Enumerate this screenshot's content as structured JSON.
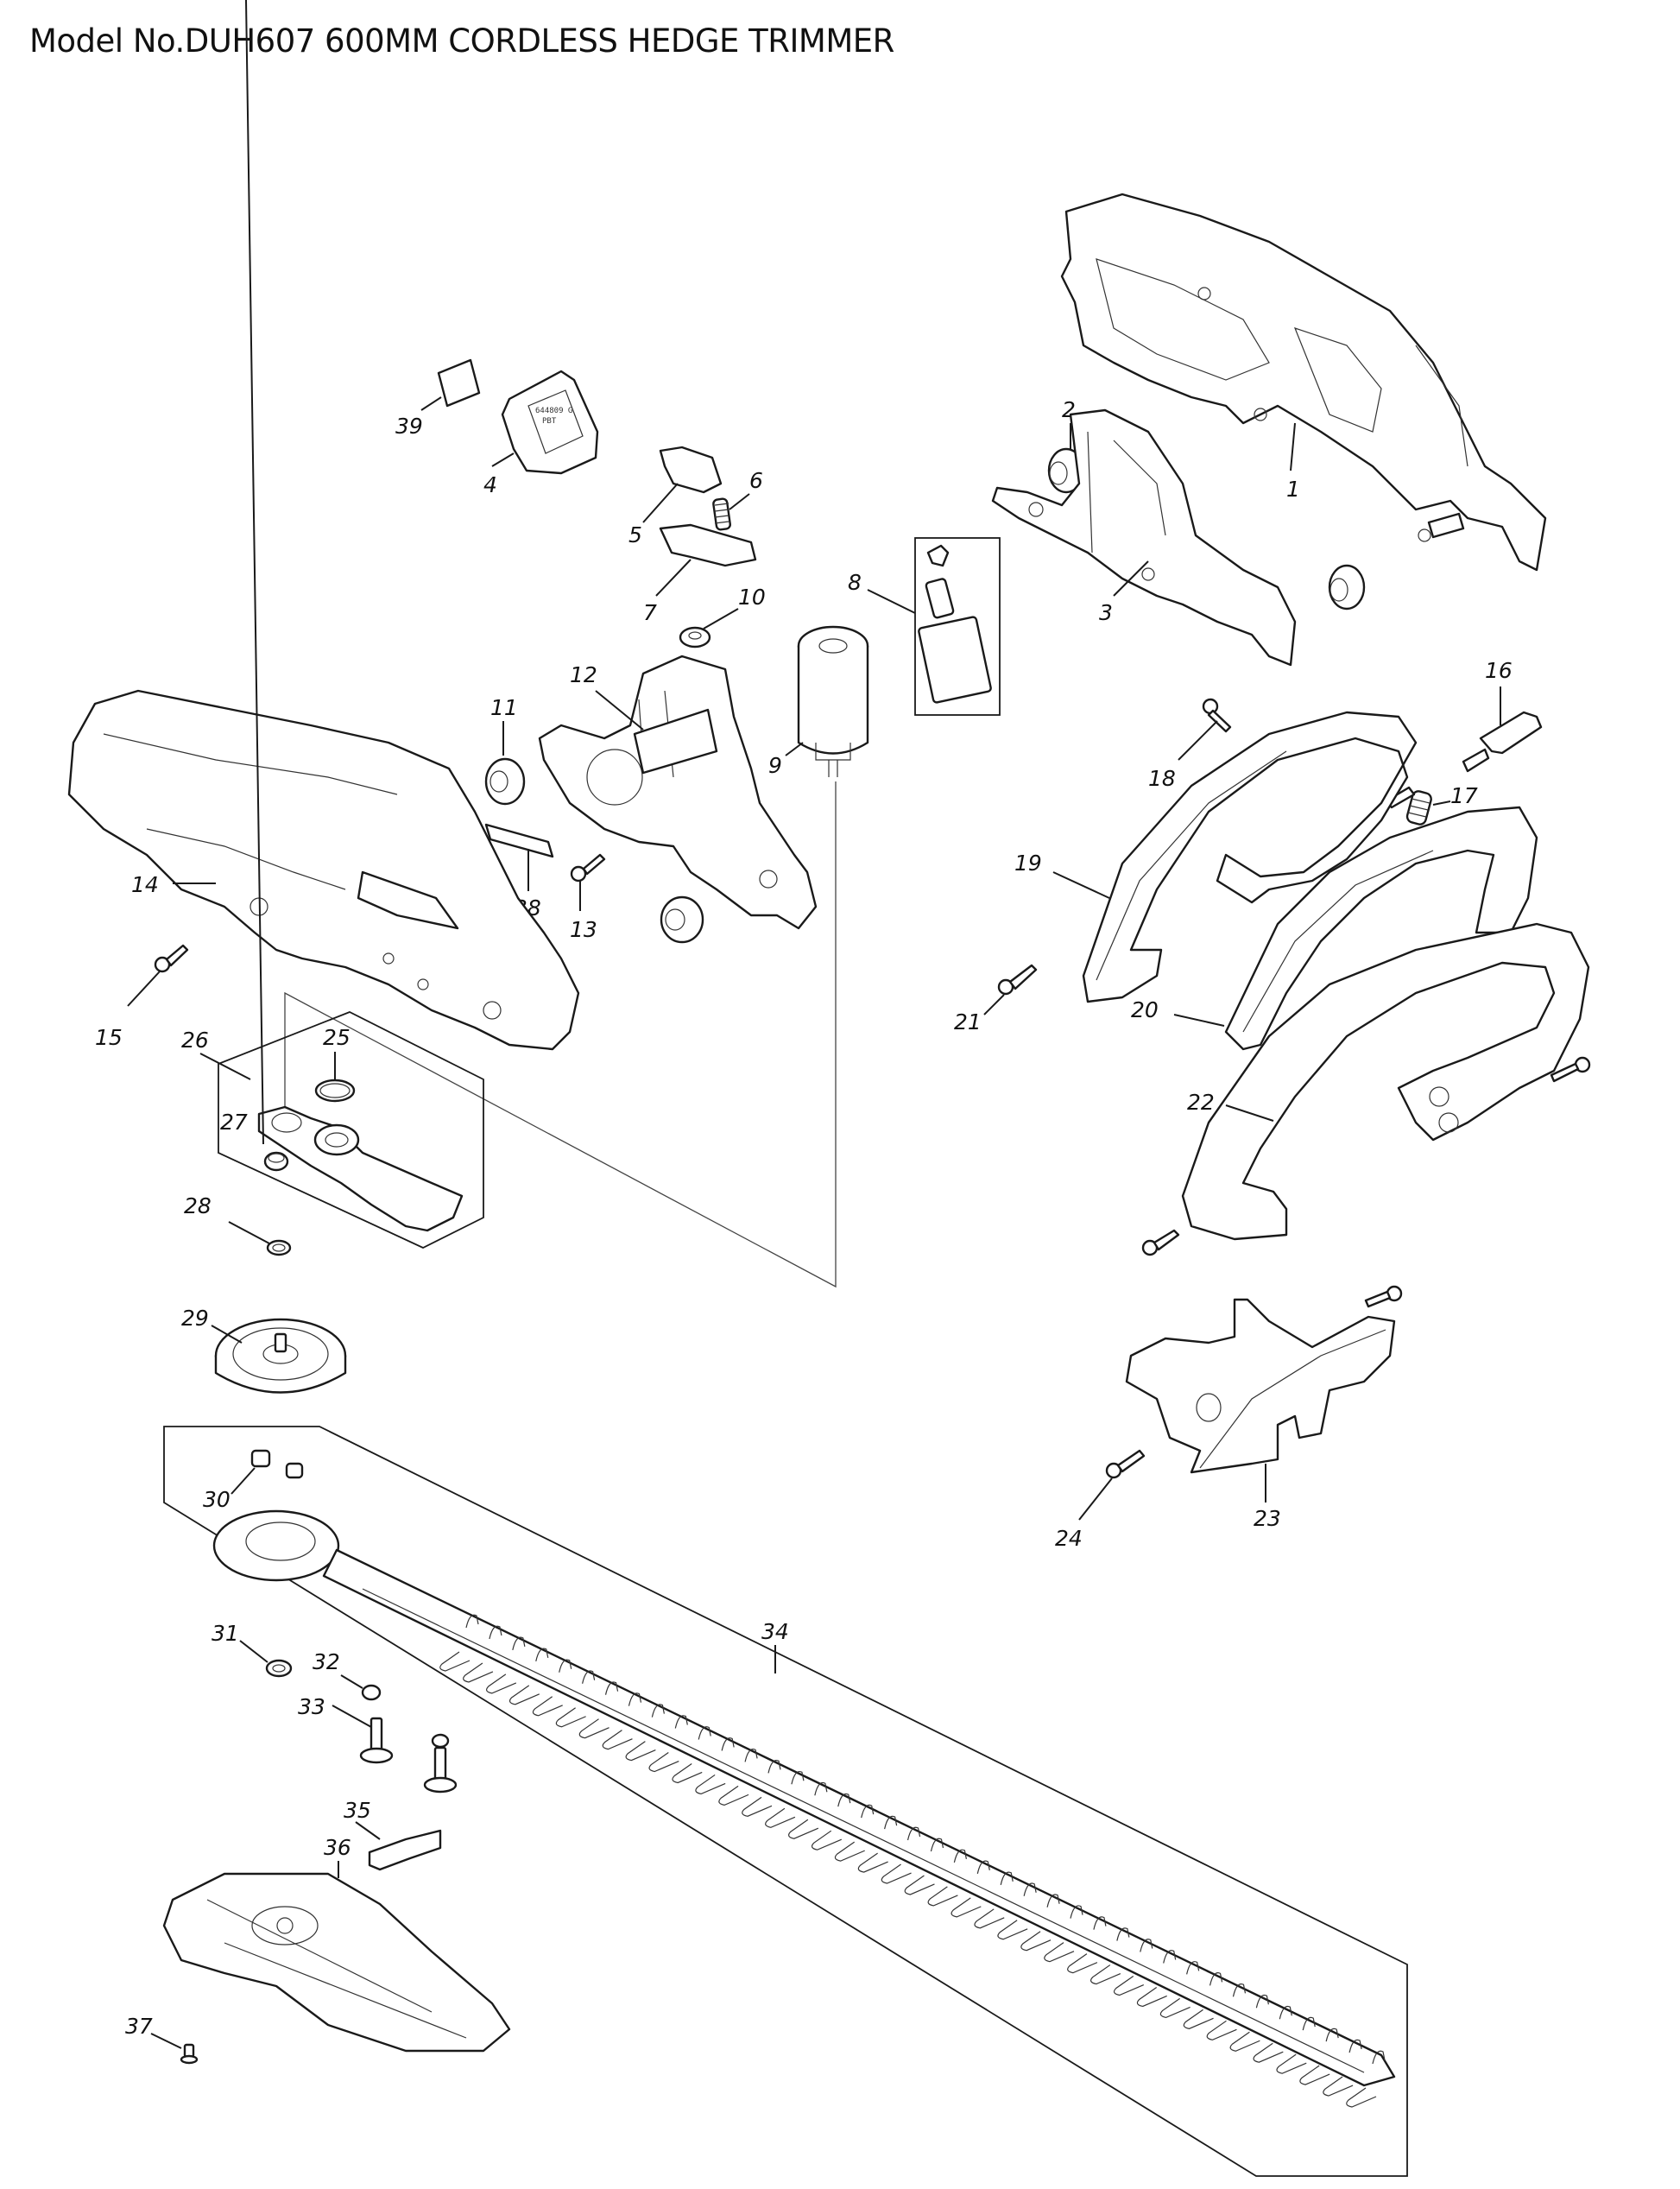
{
  "title": "Model No.DUH607 600MM CORDLESS HEDGE TRIMMER",
  "callouts": {
    "c1": "1",
    "c2": "2",
    "c3": "3",
    "c4": "4",
    "c5": "5",
    "c6": "6",
    "c7": "7",
    "c8": "8",
    "c9": "9",
    "c10": "10",
    "c11": "11",
    "c12": "12",
    "c13": "13",
    "c14": "14",
    "c15": "15",
    "c16": "16",
    "c17": "17",
    "c18": "18",
    "c19": "19",
    "c20": "20",
    "c21": "21",
    "c22": "22",
    "c23": "23",
    "c24": "24",
    "c25": "25",
    "c26": "26",
    "c27": "27",
    "c28": "28",
    "c29": "29",
    "c30": "30",
    "c31": "31",
    "c32": "32",
    "c33": "33",
    "c34": "34",
    "c35": "35",
    "c36": "36",
    "c37": "37",
    "c38": "38",
    "c39": "39"
  },
  "part_label_text": {
    "switch_code": "644809 G",
    "switch_material": "PBT"
  }
}
